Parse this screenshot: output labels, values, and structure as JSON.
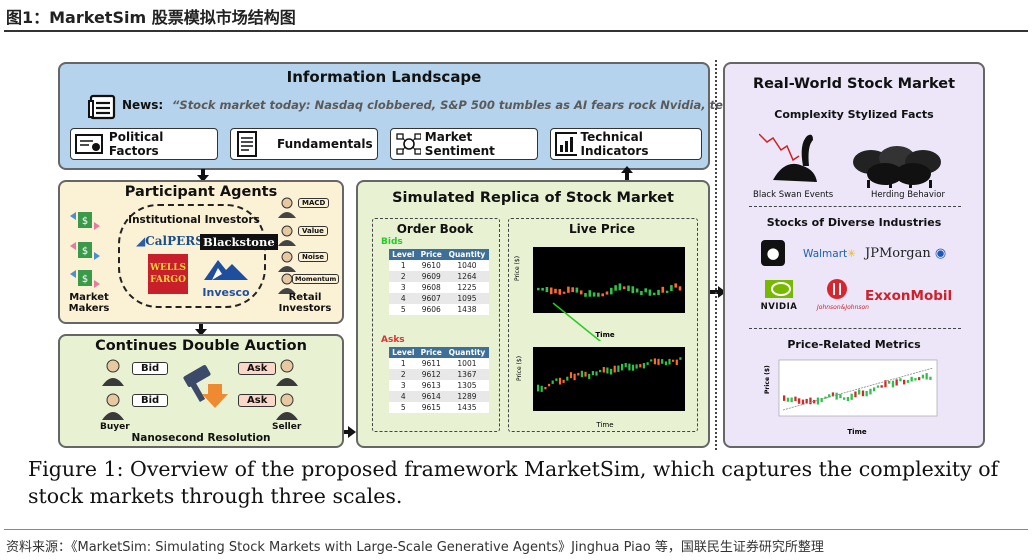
{
  "header": {
    "title": "图1：MarketSim 股票模拟市场结构图"
  },
  "info_landscape": {
    "title": "Information Landscape",
    "news_label": "News:",
    "news_text": "“Stock market today: Nasdaq clobbered, S&P 500 tumbles as AI fears rock Nvidia, tech stocks...”",
    "factors": [
      "Political Factors",
      "Fundamentals",
      "Market Sentiment",
      "Technical Indicators"
    ]
  },
  "participants": {
    "title": "Participant Agents",
    "institutional_label": "Institutional Investors",
    "institutions": [
      "CalPERS",
      "Blackstone",
      "WELLS FARGO",
      "Invesco"
    ],
    "market_makers": "Market Makers",
    "retail_investors": "Retail Investors",
    "retail_tags": [
      "MACD",
      "Value",
      "Noise",
      "Momentum"
    ]
  },
  "auction": {
    "title": "Continues Double Auction",
    "bid": "Bid",
    "ask": "Ask",
    "buyer": "Buyer",
    "seller": "Seller",
    "resolution": "Nanosecond Resolution"
  },
  "replica": {
    "title": "Simulated Replica of Stock Market",
    "order_book_title": "Order Book",
    "bids_label": "Bids",
    "asks_label": "Asks",
    "columns": [
      "Level",
      "Price",
      "Quantity"
    ],
    "bids": [
      [
        "1",
        "9610",
        "1040"
      ],
      [
        "2",
        "9609",
        "1264"
      ],
      [
        "3",
        "9608",
        "1225"
      ],
      [
        "4",
        "9607",
        "1095"
      ],
      [
        "5",
        "9606",
        "1438"
      ]
    ],
    "asks": [
      [
        "1",
        "9611",
        "1001"
      ],
      [
        "2",
        "9612",
        "1367"
      ],
      [
        "3",
        "9613",
        "1305"
      ],
      [
        "4",
        "9614",
        "1289"
      ],
      [
        "5",
        "9615",
        "1435"
      ]
    ],
    "live_price_title": "Live Price",
    "ylabel_top": "Price ($)",
    "xlabel_top": "Time",
    "ylabel_bottom": "Price ($)",
    "xlabel_bottom": "Time"
  },
  "realworld": {
    "title": "Real-World Stock Market",
    "complexity_title": "Complexity Stylized Facts",
    "black_swan": "Black Swan Events",
    "herding": "Herding Behavior",
    "industries_title": "Stocks of Diverse Industries",
    "companies": [
      "Walmart",
      "JPMorgan",
      "NVIDIA",
      "Johnson&Johnson",
      "ExxonMobil"
    ],
    "metrics_title": "Price-Related Metrics",
    "metrics_ylabel": "Price ($)",
    "metrics_xlabel": "Time"
  },
  "caption": "Figure 1: Overview of the proposed framework MarketSim, which captures the complexity of stock markets through three scales.",
  "footer": {
    "source": "资料来源：《MarketSim: Simulating Stock Markets with Large-Scale Generative Agents》Jinghua Piao 等，国联民生证券研究所整理"
  },
  "colors": {
    "info_bg": "#b5d3ec",
    "participant_bg": "#fbf1d5",
    "replica_bg": "#e8f2d2",
    "realworld_bg": "#ece6f8",
    "bids": "#22cc22",
    "asks": "#e03030",
    "table_header": "#3e6f98"
  }
}
